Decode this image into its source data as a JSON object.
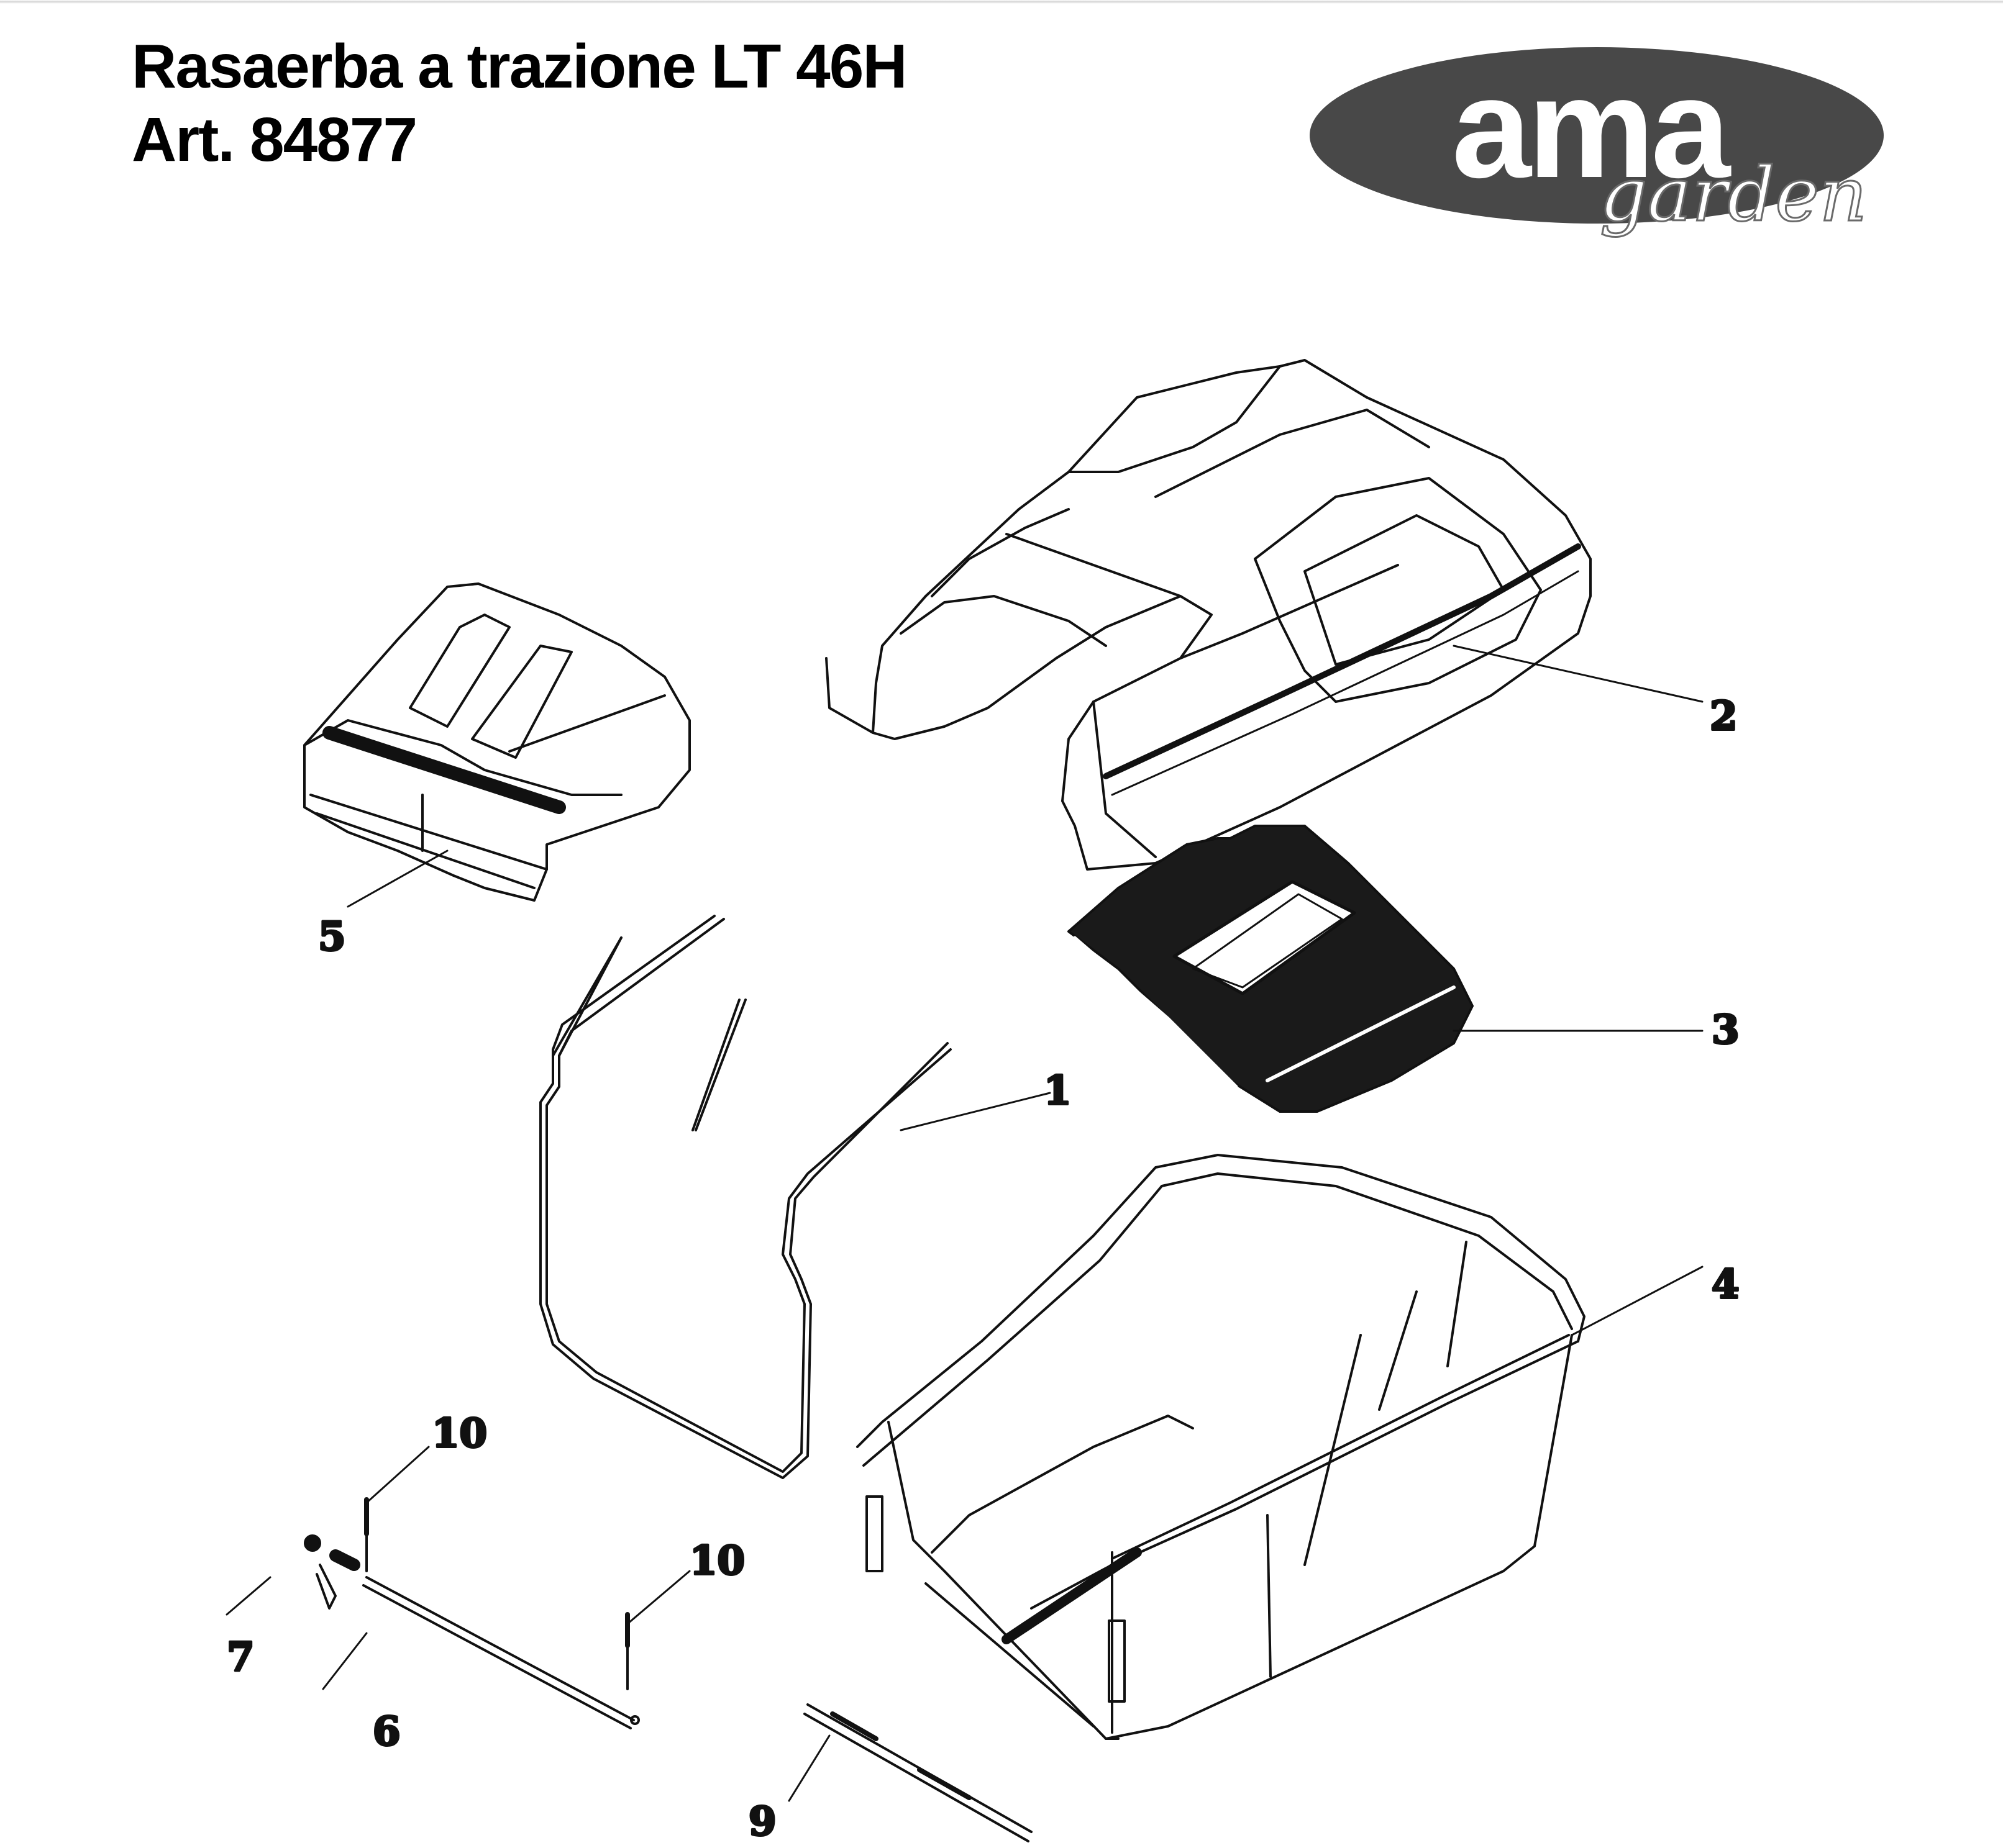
{
  "header": {
    "title_line1": "Rasaerba a trazione LT 46H",
    "title_line2": "Art. 84877"
  },
  "logo": {
    "brand": "ama",
    "sub": "garden",
    "ellipse_color": "#484848",
    "text_color": "#ffffff",
    "script_color": "#6a6a6a"
  },
  "diagram": {
    "type": "exploded-parts-view",
    "parts": [
      {
        "id": "1",
        "label": "1",
        "name": "frame"
      },
      {
        "id": "2",
        "label": "2",
        "name": "upper-cover"
      },
      {
        "id": "3",
        "label": "3",
        "name": "mesh-panel"
      },
      {
        "id": "4",
        "label": "4",
        "name": "grass-bag"
      },
      {
        "id": "5",
        "label": "5",
        "name": "rear-cover"
      },
      {
        "id": "6",
        "label": "6",
        "name": "rod"
      },
      {
        "id": "7",
        "label": "7",
        "name": "clip"
      },
      {
        "id": "9",
        "label": "9",
        "name": "bottom-bar"
      },
      {
        "id": "10a",
        "label": "10",
        "name": "pin"
      },
      {
        "id": "10b",
        "label": "10",
        "name": "pin"
      }
    ]
  }
}
